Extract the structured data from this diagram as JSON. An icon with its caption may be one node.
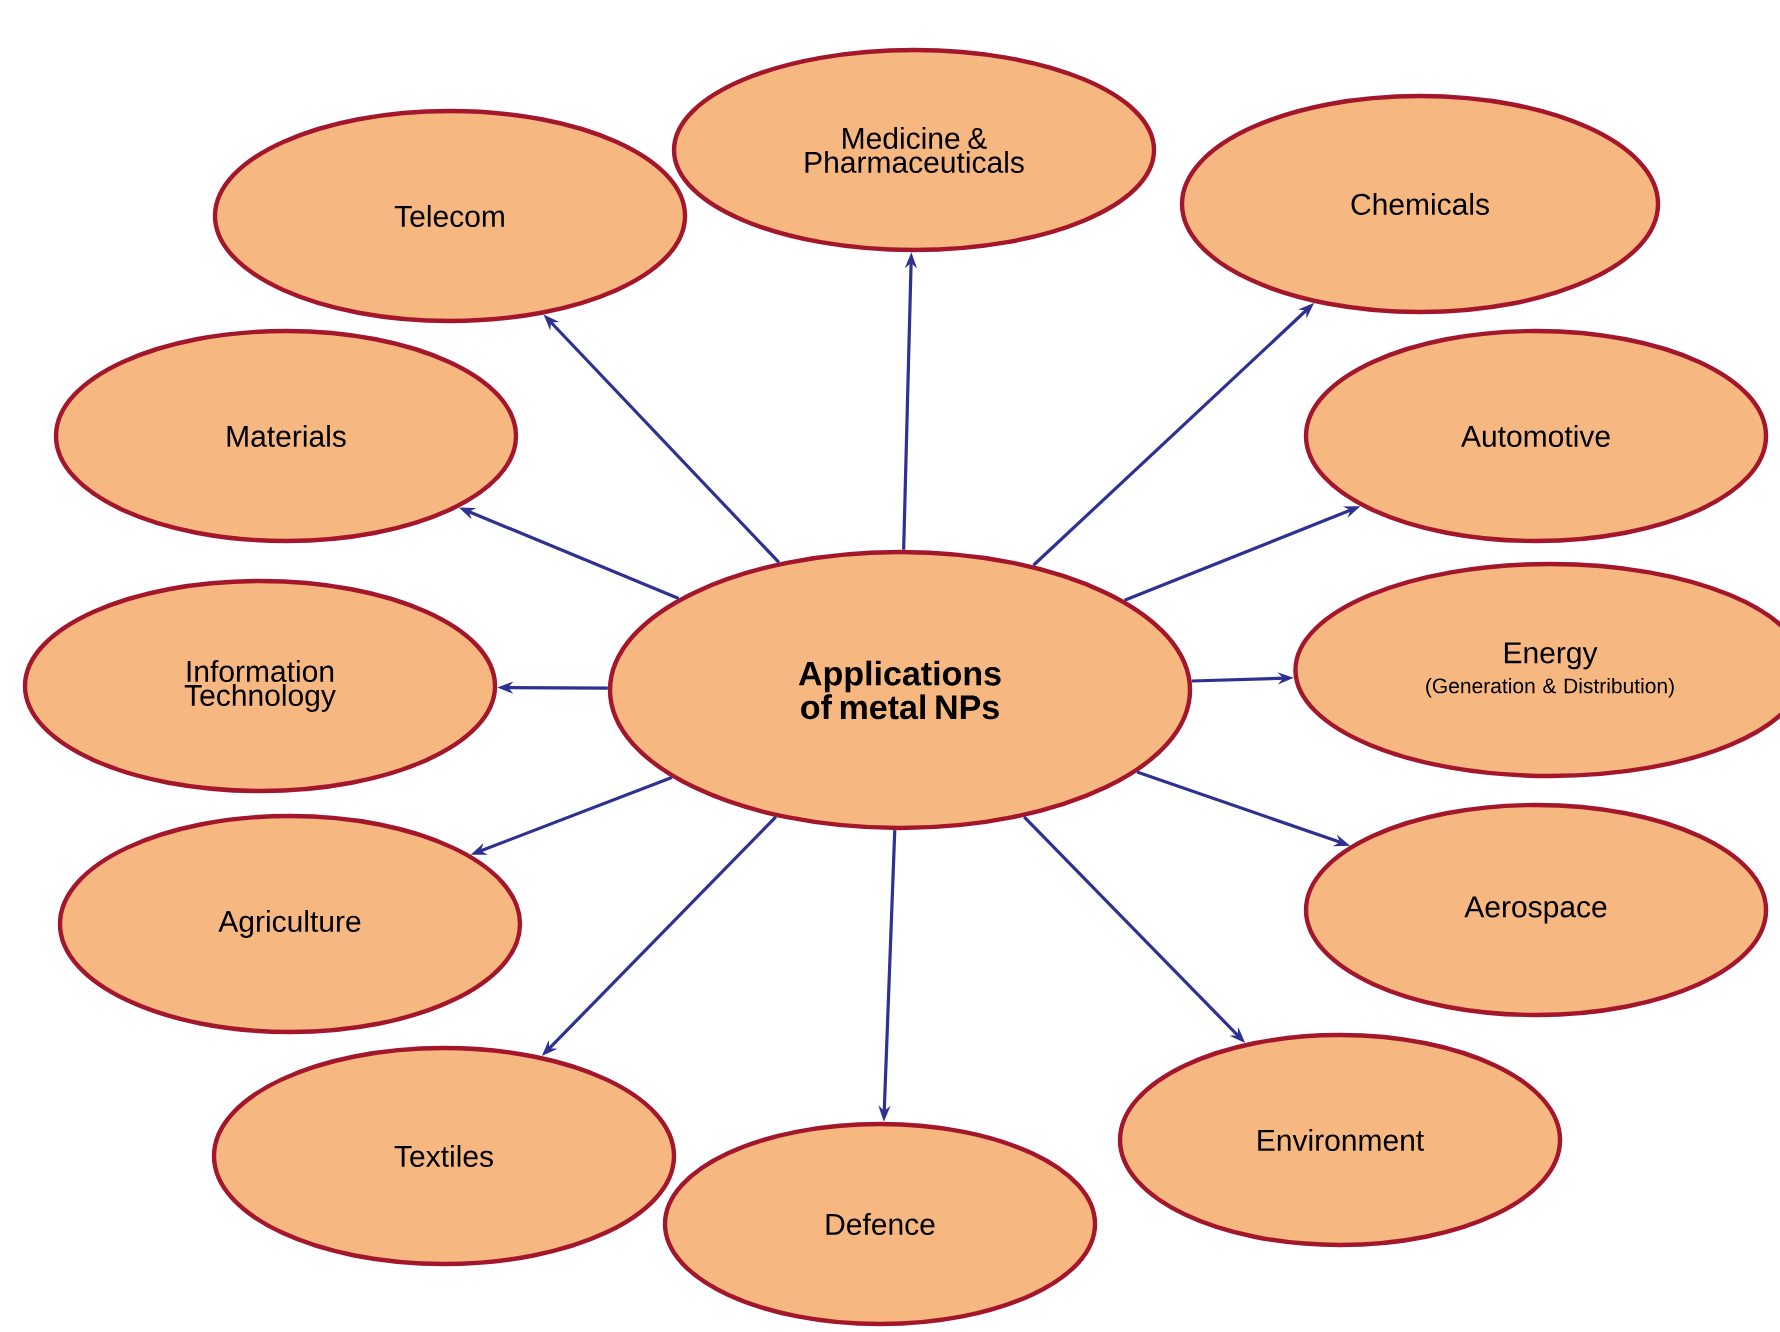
{
  "diagram": {
    "nodes": [
      {
        "text": [
          "Applications of metal NPs"
        ]
      },
      {
        "text": [
          "Medicine & Pharmaceuticals"
        ]
      },
      {
        "text": [
          "Chemicals"
        ]
      },
      {
        "text": [
          "Automotive"
        ]
      },
      {
        "text": [
          "Energy",
          "(Generation & Distribution)"
        ]
      },
      {
        "text": [
          "Aerospace"
        ]
      },
      {
        "text": [
          "Environment"
        ]
      },
      {
        "text": [
          "Defence"
        ]
      },
      {
        "text": [
          "Textiles"
        ]
      },
      {
        "text": [
          "Agriculture"
        ]
      },
      {
        "text": [
          "Information Technology"
        ]
      },
      {
        "text": [
          "Materials"
        ]
      },
      {
        "text": [
          "Telecom"
        ]
      }
    ],
    "edges": [
      {
        "from": 0,
        "to": 1,
        "arrow": "to"
      },
      {
        "from": 0,
        "to": 2,
        "arrow": "to"
      },
      {
        "from": 0,
        "to": 3,
        "arrow": "to"
      },
      {
        "from": 0,
        "to": 4,
        "arrow": "to"
      },
      {
        "from": 0,
        "to": 5,
        "arrow": "to"
      },
      {
        "from": 0,
        "to": 6,
        "arrow": "to"
      },
      {
        "from": 0,
        "to": 7,
        "arrow": "to"
      },
      {
        "from": 0,
        "to": 8,
        "arrow": "to"
      },
      {
        "from": 0,
        "to": 9,
        "arrow": "to"
      },
      {
        "from": 0,
        "to": 10,
        "arrow": "to"
      },
      {
        "from": 0,
        "to": 11,
        "arrow": "to"
      },
      {
        "from": 0,
        "to": 12,
        "arrow": "to"
      }
    ]
  }
}
